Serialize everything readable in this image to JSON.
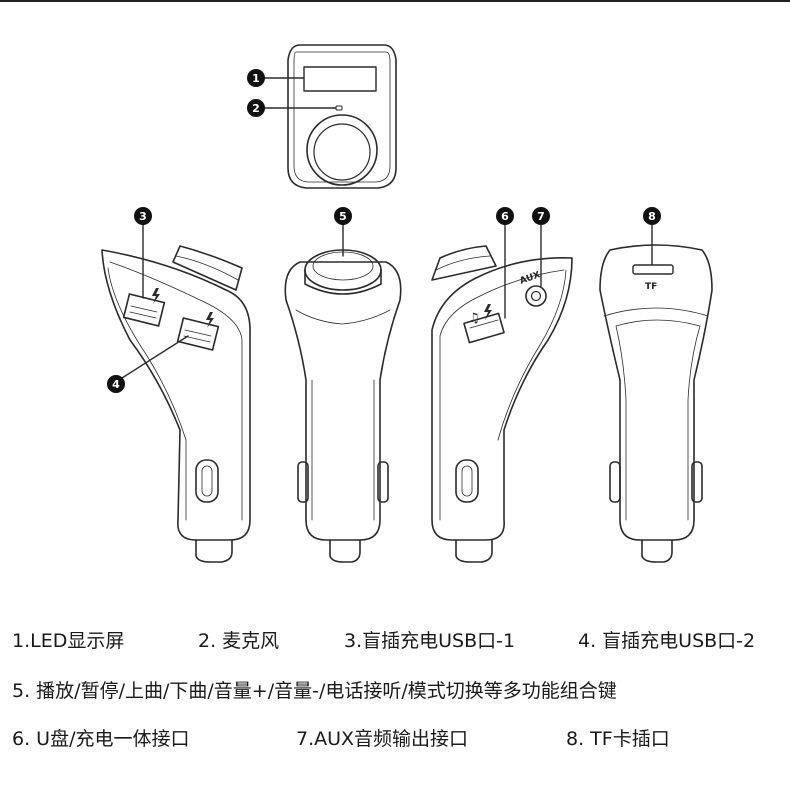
{
  "badges": [
    "1",
    "2",
    "3",
    "4",
    "5",
    "6",
    "7",
    "8"
  ],
  "device_labels": {
    "aux": "AUX",
    "tf": "TF"
  },
  "icons": {
    "charge": "lightning-icon",
    "music": "music-note-icon"
  },
  "legend": {
    "row1": [
      "1.LED显示屏",
      "2. 麦克风",
      "3.盲插充电USB口-1",
      "4. 盲插充电USB口-2"
    ],
    "row2": [
      "5. 播放/暂停/上曲/下曲/音量+/音量-/电话接听/模式切换等多功能组合键"
    ],
    "row3": [
      "6. U盘/充电一体接口",
      "7.AUX音频输出接口",
      "8. TF卡插口"
    ]
  }
}
